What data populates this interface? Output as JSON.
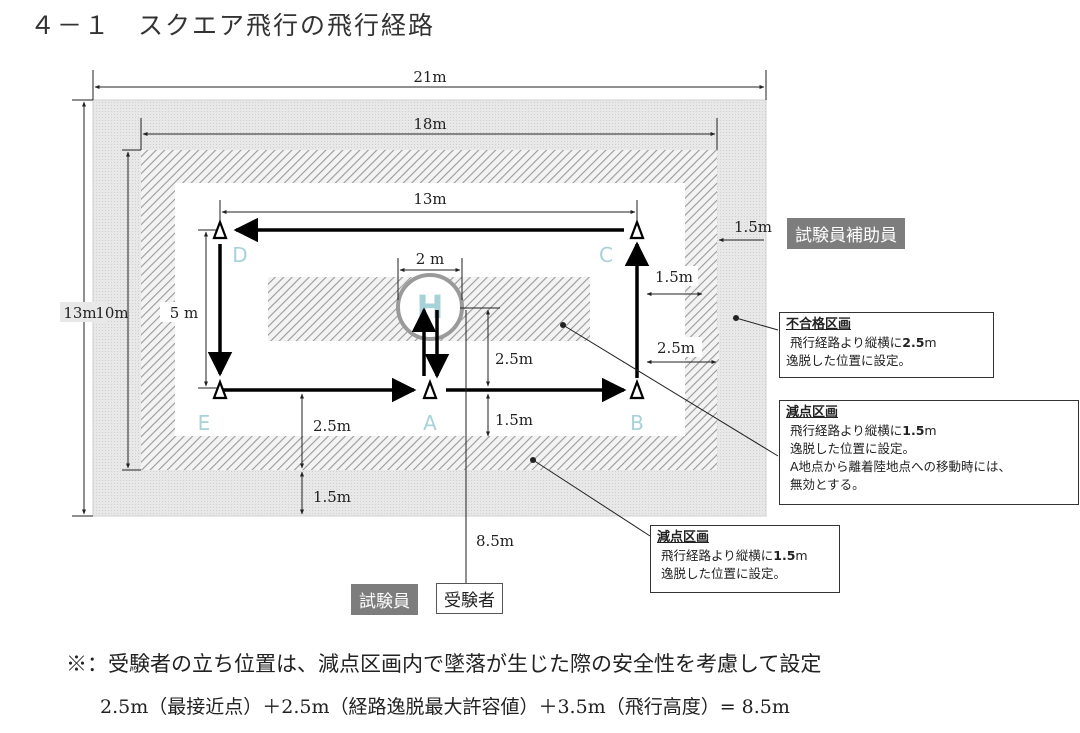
{
  "title": "４－１　スクエア飛行の飛行経路",
  "dimensions": {
    "outer_width": "21m",
    "inner_width": "18m",
    "route_width": "13m",
    "outer_height": "13m",
    "inner_height": "10m",
    "route_height": "5 m",
    "heliport_width": "2 m",
    "assistant_margin": "1.5m",
    "c_right_margin": "1.5m",
    "b_right_margin": "2.5m",
    "heliport_to_a": "2.5m",
    "a_to_bottom": "1.5m",
    "e_to_bottom": "2.5m",
    "bottom_margin": "1.5m",
    "examinee_distance": "8.5m"
  },
  "points": {
    "a": "A",
    "b": "B",
    "c": "C",
    "d": "D",
    "e": "E",
    "heliport": "H"
  },
  "labels": {
    "assistant": "試験員補助員",
    "examiner": "試験員",
    "examinee": "受験者"
  },
  "notes": {
    "fail": {
      "title": "不合格区画",
      "line1_pre": "飛行経路より縦横に",
      "line1_val": "2.5",
      "line1_unit": "m",
      "line2": "逸脱した位置に設定。"
    },
    "deduct_inner": {
      "title": "減点区画",
      "line1_pre": "飛行経路より縦横に",
      "line1_val": "1.5",
      "line1_unit": "m",
      "line2": "逸脱した位置に設定。",
      "line3": "A地点から離着陸地点への移動時には、",
      "line4": "無効とする。"
    },
    "deduct_outer": {
      "title": "減点区画",
      "line1_pre": "飛行経路より縦横に",
      "line1_val": "1.5",
      "line1_unit": "m",
      "line2": "逸脱した位置に設定。"
    }
  },
  "footnote": {
    "line1": "※：受験者の立ち位置は、減点区画内で墜落が生じた際の安全性を考慮して設定",
    "line2": "2.5m（最接近点）＋2.5m（経路逸脱最大許容値）＋3.5m（飛行高度）= 8.5m"
  },
  "colors": {
    "fail_zone": "#e4e4e4",
    "deduct_hatch": "#9a9a9a",
    "point_label": "#a7d2d8",
    "label_dark": "#7d7d7d"
  }
}
